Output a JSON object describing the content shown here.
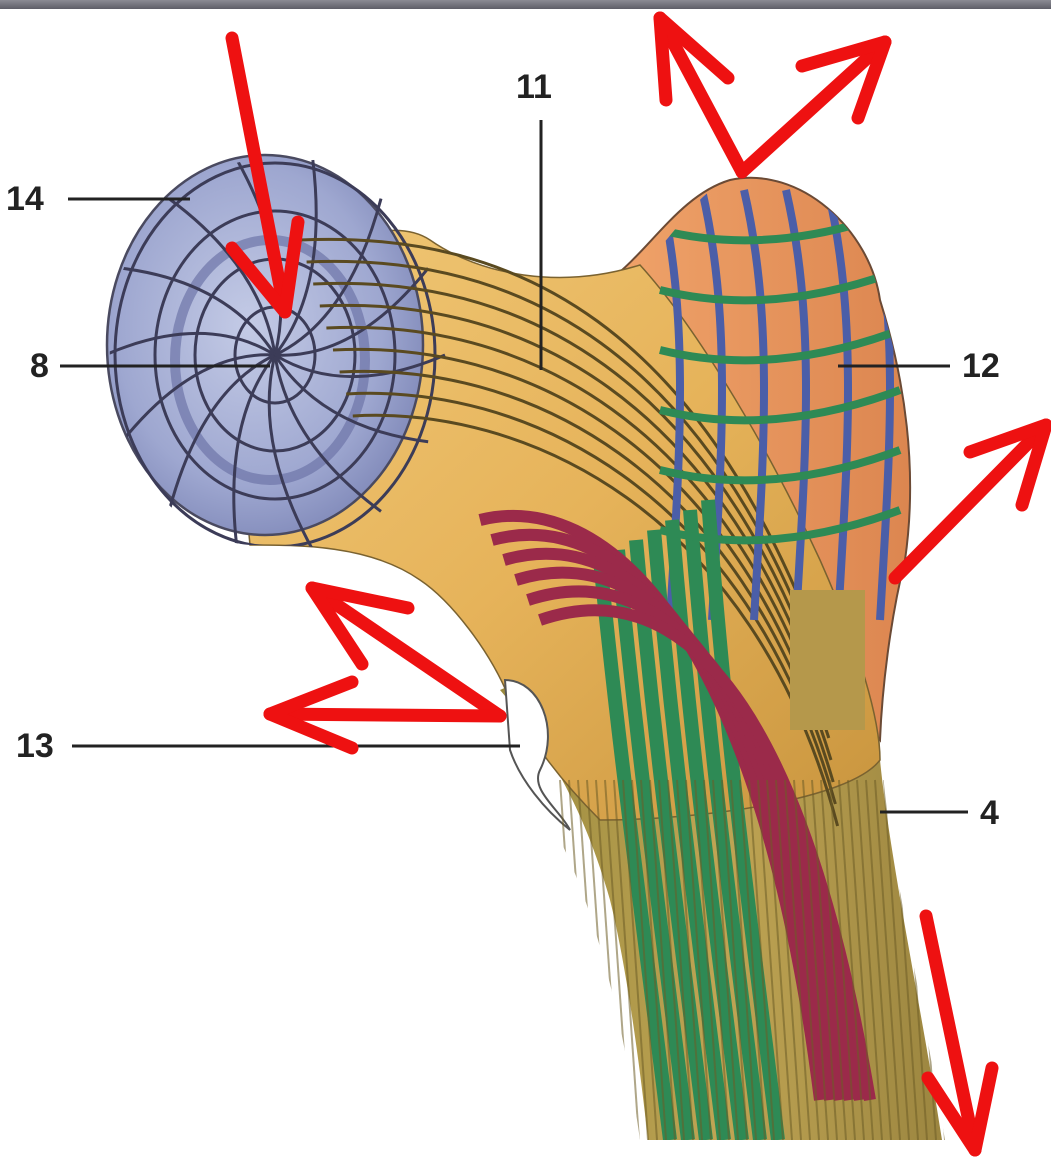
{
  "labels": {
    "l11": "11",
    "l14": "14",
    "l8": "8",
    "l12": "12",
    "l13": "13",
    "l4": "4"
  },
  "colors": {
    "head": "#aab2d6",
    "head_grid": "#3c3c58",
    "neck": "#e6b55c",
    "trochanter": "#e7945e",
    "shaft": "#b49a4a",
    "green_trabeculae": "#2e8a55",
    "crimson_trabeculae": "#9b2a4a",
    "blue_trabeculae": "#4b5ea8",
    "arrows": "#ee1111",
    "leader_lines": "#222222"
  }
}
